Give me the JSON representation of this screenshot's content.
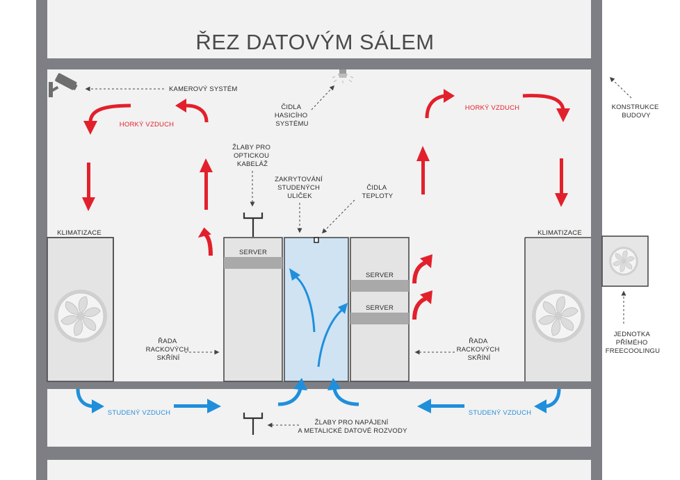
{
  "title": "ŘEZ DATOVÝM SÁLEM",
  "labels": {
    "camera": "KAMEROVÝ SYSTÉM",
    "fire_sensors": [
      "ČIDLA",
      "HASICÍHO",
      "SYSTÉMU"
    ],
    "building": [
      "KONSTRUKCE",
      "BUDOVY"
    ],
    "hot_air_left": "HORKÝ VZDUCH",
    "hot_air_right": "HORKÝ VZDUCH",
    "fiber_trays": [
      "ŽLABY PRO",
      "OPTICKOU",
      "KABELÁŽ"
    ],
    "cold_aisle_cover": [
      "ZAKRYTOVÁNÍ",
      "STUDENÝCH",
      "ULIČEK"
    ],
    "temp_sensors": [
      "ČIDLA",
      "TEPLOTY"
    ],
    "ac_left": "KLIMATIZACE",
    "ac_right": "KLIMATIZACE",
    "server_left": "SERVER",
    "server_right_top": "SERVER",
    "server_right_bottom": "SERVER",
    "rack_row_left": [
      "ŘADA",
      "RACKOVÝCH",
      "SKŘÍNÍ"
    ],
    "rack_row_right": [
      "ŘADA",
      "RACKOVÝCH",
      "SKŘÍNÍ"
    ],
    "freecooling": [
      "JEDNOTKA",
      "PŘÍMÉHO",
      "FREECOOLINGU"
    ],
    "cold_air_left": "STUDENÝ VZDUCH",
    "cold_air_right": "STUDENÝ VZDUCH",
    "power_trays": [
      "ŽLABY PRO NAPÁJENÍ",
      "A METALICKÉ DATOVÉ ROZVODY"
    ]
  },
  "icons": [
    "camera-icon",
    "fire-sensor-icon",
    "fan-icon",
    "tray-icon",
    "temperature-sensor-icon"
  ],
  "colors": {
    "hot_air": "#e2202b",
    "cold_air": "#1f8fdc",
    "cold_aisle": "#cfe3f3",
    "wall": "#7d7f84"
  }
}
